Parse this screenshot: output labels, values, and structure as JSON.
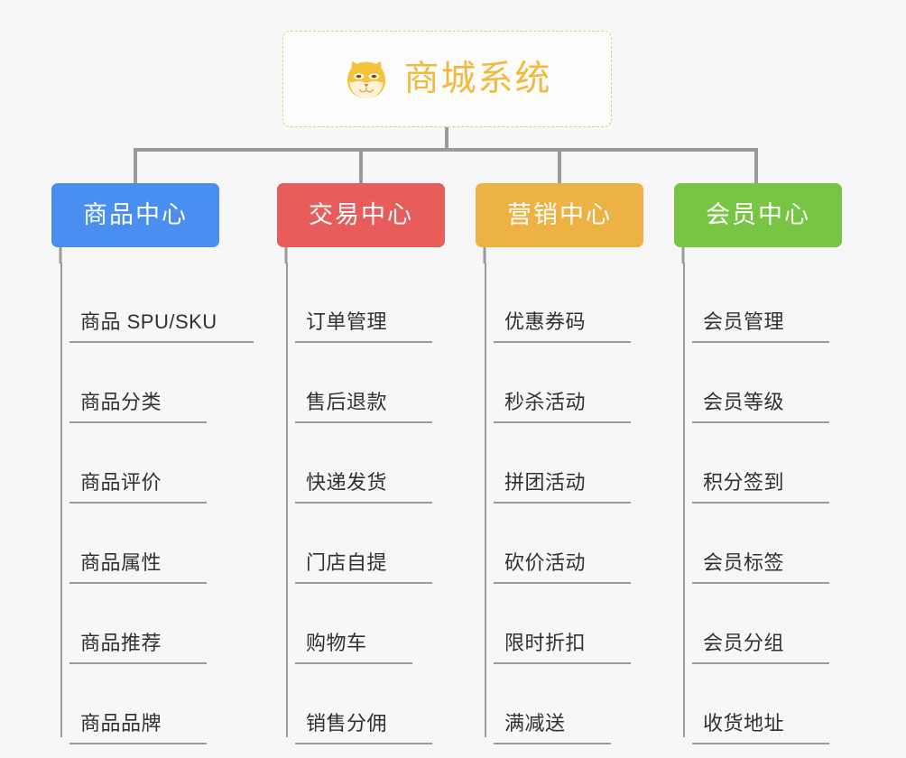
{
  "root": {
    "title": "商城系统",
    "icon": "shiba-dog-face-icon",
    "border_color": "#e8c88a",
    "title_color": "#f3b93f",
    "background": "#fdfdfc"
  },
  "canvas": {
    "background": "#f7f7f7",
    "connector_color": "#9b9b9b"
  },
  "branches": [
    {
      "label": "商品中心",
      "color": "#4a8ff0",
      "items": [
        {
          "label": "商品 SPU/SKU",
          "underline_width": 204
        },
        {
          "label": "商品分类",
          "underline_width": 152
        },
        {
          "label": "商品评价",
          "underline_width": 152
        },
        {
          "label": "商品属性",
          "underline_width": 152
        },
        {
          "label": "商品推荐",
          "underline_width": 152
        },
        {
          "label": "商品品牌",
          "underline_width": 152
        }
      ]
    },
    {
      "label": "交易中心",
      "color": "#e85c5c",
      "items": [
        {
          "label": "订单管理",
          "underline_width": 152
        },
        {
          "label": "售后退款",
          "underline_width": 152
        },
        {
          "label": "快递发货",
          "underline_width": 152
        },
        {
          "label": "门店自提",
          "underline_width": 152
        },
        {
          "label": "购物车",
          "underline_width": 130
        },
        {
          "label": "销售分佣",
          "underline_width": 152
        }
      ]
    },
    {
      "label": "营销中心",
      "color": "#eeb244",
      "items": [
        {
          "label": "优惠券码",
          "underline_width": 152
        },
        {
          "label": "秒杀活动",
          "underline_width": 152
        },
        {
          "label": "拼团活动",
          "underline_width": 152
        },
        {
          "label": "砍价活动",
          "underline_width": 152
        },
        {
          "label": "限时折扣",
          "underline_width": 152
        },
        {
          "label": "满减送",
          "underline_width": 130
        }
      ]
    },
    {
      "label": "会员中心",
      "color": "#78c544",
      "items": [
        {
          "label": "会员管理",
          "underline_width": 152
        },
        {
          "label": "会员等级",
          "underline_width": 152
        },
        {
          "label": "积分签到",
          "underline_width": 152
        },
        {
          "label": "会员标签",
          "underline_width": 152
        },
        {
          "label": "会员分组",
          "underline_width": 152
        },
        {
          "label": "收货地址",
          "underline_width": 152
        }
      ]
    }
  ]
}
